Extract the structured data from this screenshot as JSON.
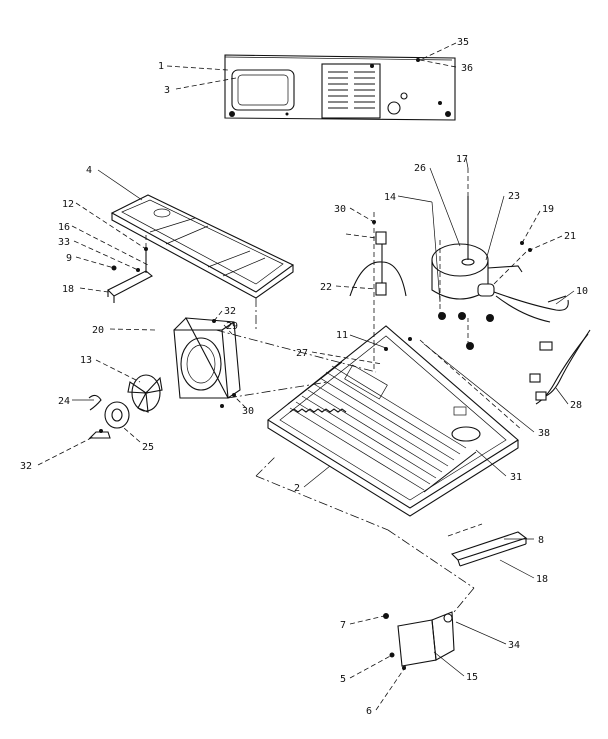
{
  "labels": {
    "l1": "1",
    "l2": "2",
    "l3": "3",
    "l4": "4",
    "l5": "5",
    "l6": "6",
    "l7": "7",
    "l8": "8",
    "l9": "9",
    "l10": "10",
    "l11": "11",
    "l12": "12",
    "l13": "13",
    "l14": "14",
    "l15": "15",
    "l16": "16",
    "l17": "17",
    "l18a": "18",
    "l18b": "18",
    "l19": "19",
    "l20": "20",
    "l21": "21",
    "l22": "22",
    "l23": "23",
    "l24": "24",
    "l25": "25",
    "l26": "26",
    "l27": "27",
    "l28": "28",
    "l29": "29",
    "l30a": "30",
    "l30b": "30",
    "l31": "31",
    "l32a": "32",
    "l32b": "32",
    "l33": "33",
    "l34": "34",
    "l35": "35",
    "l36": "36",
    "l38": "38"
  }
}
